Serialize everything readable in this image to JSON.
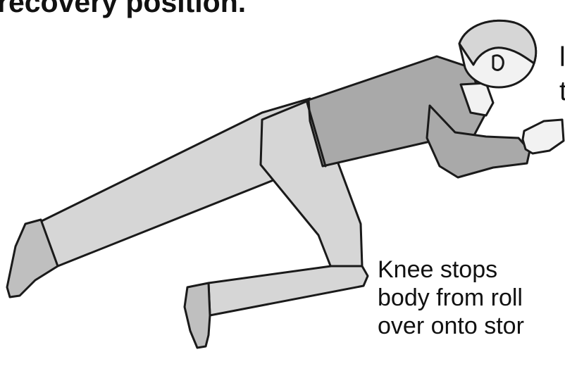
{
  "heading": "recovery position.",
  "side_note": [
    "l",
    "t"
  ],
  "knee_note": [
    "Knee stops",
    "body from roll",
    "over onto stor"
  ],
  "colors": {
    "trousers": "#d6d6d6",
    "shirt": "#a9a9a9",
    "skin": "#f2f2f2",
    "outline": "#1a1a1a",
    "shoe": "#bfbfbf"
  }
}
